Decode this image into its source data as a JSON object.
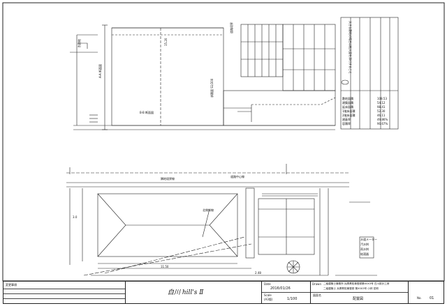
{
  "drawing": {
    "section_title_1": "A-A 断面図",
    "section_title_2": "B-B 断面図",
    "scale_note": "求積図 S1/200",
    "label_1": "道路境界",
    "label_2": "隣地境界線",
    "label_3": "道路中心線",
    "dim_1": "15.20",
    "dim_2": "11.50",
    "dim_3": "3.0",
    "dim_4": "2.48",
    "note_1": "別敷地",
    "note_2": "北側斜線",
    "legend_1": "水道メーター",
    "legend_2": "汚水桝",
    "legend_3": "雨水桝",
    "legend_4": "給湯器"
  },
  "area_table": {
    "rows": [
      {
        "label": "敷地面積",
        "value": "108.53"
      },
      {
        "label": "建築面積",
        "value": "54.12"
      },
      {
        "label": "延床面積",
        "value": "98.41"
      },
      {
        "label": "1階床面積",
        "value": "52.30"
      },
      {
        "label": "2階床面積",
        "value": "46.11"
      },
      {
        "label": "建蔽率",
        "value": "49.86%"
      },
      {
        "label": "容積率",
        "value": "90.67%"
      }
    ],
    "note": "大きな敷地の場合は拡大図を添付すること"
  },
  "title_block": {
    "revision_label": "変更事項",
    "project_name": "白川 hill's Ⅱ",
    "date_label": "Date",
    "date_value": "2016/01/26",
    "scale_label": "Scale",
    "scale_paper": "(A3版)",
    "scale_value": "1/100",
    "drawn_label": "Drawn",
    "office_line_1": "二級建築士事務所 兵庫県知事登録第X0X3号 白川設計工房",
    "office_line_2": "二級建築士 兵庫県知事登録 第X0X3号 小林 宏明",
    "drawing_name_label": "図面名",
    "drawing_name": "配置図",
    "no_label": "No.",
    "no_value": "01"
  }
}
